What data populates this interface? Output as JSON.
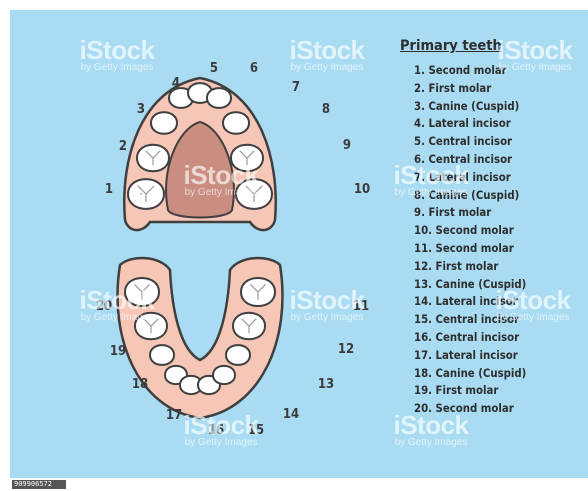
{
  "legend": {
    "title": "Primary teeth",
    "items": [
      "1. Second molar",
      "2. First molar",
      "3. Canine (Cuspid)",
      "4. Lateral incisor",
      "5. Central incisor",
      "6. Central incisor",
      "7. Lateral incisor",
      "8. Canine (Cuspid)",
      "9. First molar",
      "10. Second molar",
      "11. Second molar",
      "12. First molar",
      "13. Canine (Cuspid)",
      "14. Lateral incisor",
      "15. Central incisor",
      "16. Central incisor",
      "17. Lateral incisor",
      "18. Canine (Cuspid)",
      "19. First molar",
      "20. Second molar"
    ]
  },
  "numbers": [
    "1",
    "2",
    "3",
    "4",
    "5",
    "6",
    "7",
    "8",
    "9",
    "10",
    "11",
    "12",
    "13",
    "14",
    "15",
    "16",
    "17",
    "18",
    "19",
    "20"
  ],
  "watermark": {
    "brand": "iStock",
    "credit": "by Getty Images"
  },
  "stock_id": "909906572",
  "colors": {
    "background": "#a9dcf3",
    "gum": "#f6c6b6",
    "palate": "#c98e80",
    "tooth": "#ffffff",
    "outline": "#3f3f3f"
  }
}
